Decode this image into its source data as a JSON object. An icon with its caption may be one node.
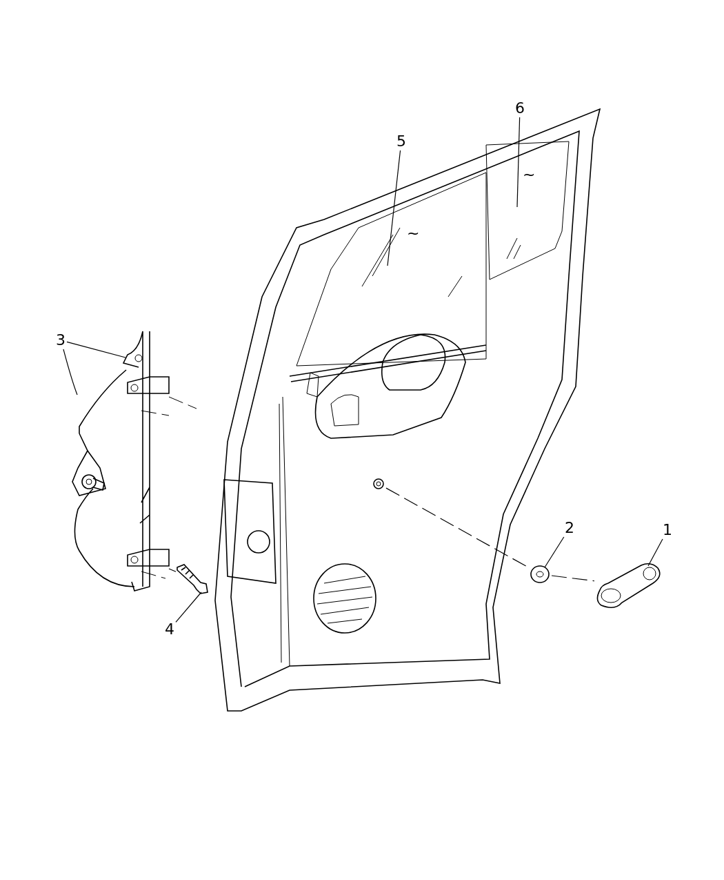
{
  "diagram": {
    "nodes": [
      {
        "text": [
          "3"
        ]
      },
      {
        "text": [
          "5"
        ]
      },
      {
        "text": [
          "6"
        ]
      },
      {
        "text": [
          "1"
        ]
      },
      {
        "text": [
          "2"
        ]
      },
      {
        "text": [
          "4"
        ]
      },
      {
        "text": [],
        "shape": "picture"
      },
      {
        "text": [],
        "shape": "picture"
      },
      {
        "text": [],
        "shape": "picture",
        "in": 7
      },
      {
        "text": [],
        "shape": "picture",
        "in": 7
      },
      {
        "text": [],
        "shape": "picture"
      },
      {
        "text": [],
        "shape": "picture"
      },
      {
        "text": [],
        "shape": "picture"
      },
      {
        "text": [],
        "shape": "picture",
        "in": 7
      }
    ],
    "edges": [
      {
        "from": 0,
        "to": 6,
        "arrow": "none"
      },
      {
        "from": 0,
        "to": 6,
        "arrow": "none"
      },
      {
        "from": 1,
        "to": 8,
        "arrow": "none"
      },
      {
        "from": 2,
        "to": 9,
        "arrow": "none"
      },
      {
        "from": 3,
        "to": 10,
        "arrow": "none"
      },
      {
        "from": 4,
        "to": 11,
        "arrow": "none"
      },
      {
        "from": 5,
        "to": 12,
        "arrow": "none"
      },
      {
        "from": 13,
        "to": 11,
        "arrow": "none",
        "style": "dashed"
      },
      {
        "from": 11,
        "to": 10,
        "arrow": "none",
        "style": "dashed"
      },
      {
        "from": 12,
        "to": 6,
        "arrow": "none",
        "style": "dashed"
      }
    ],
    "labels": [
      "~",
      "~"
    ]
  }
}
